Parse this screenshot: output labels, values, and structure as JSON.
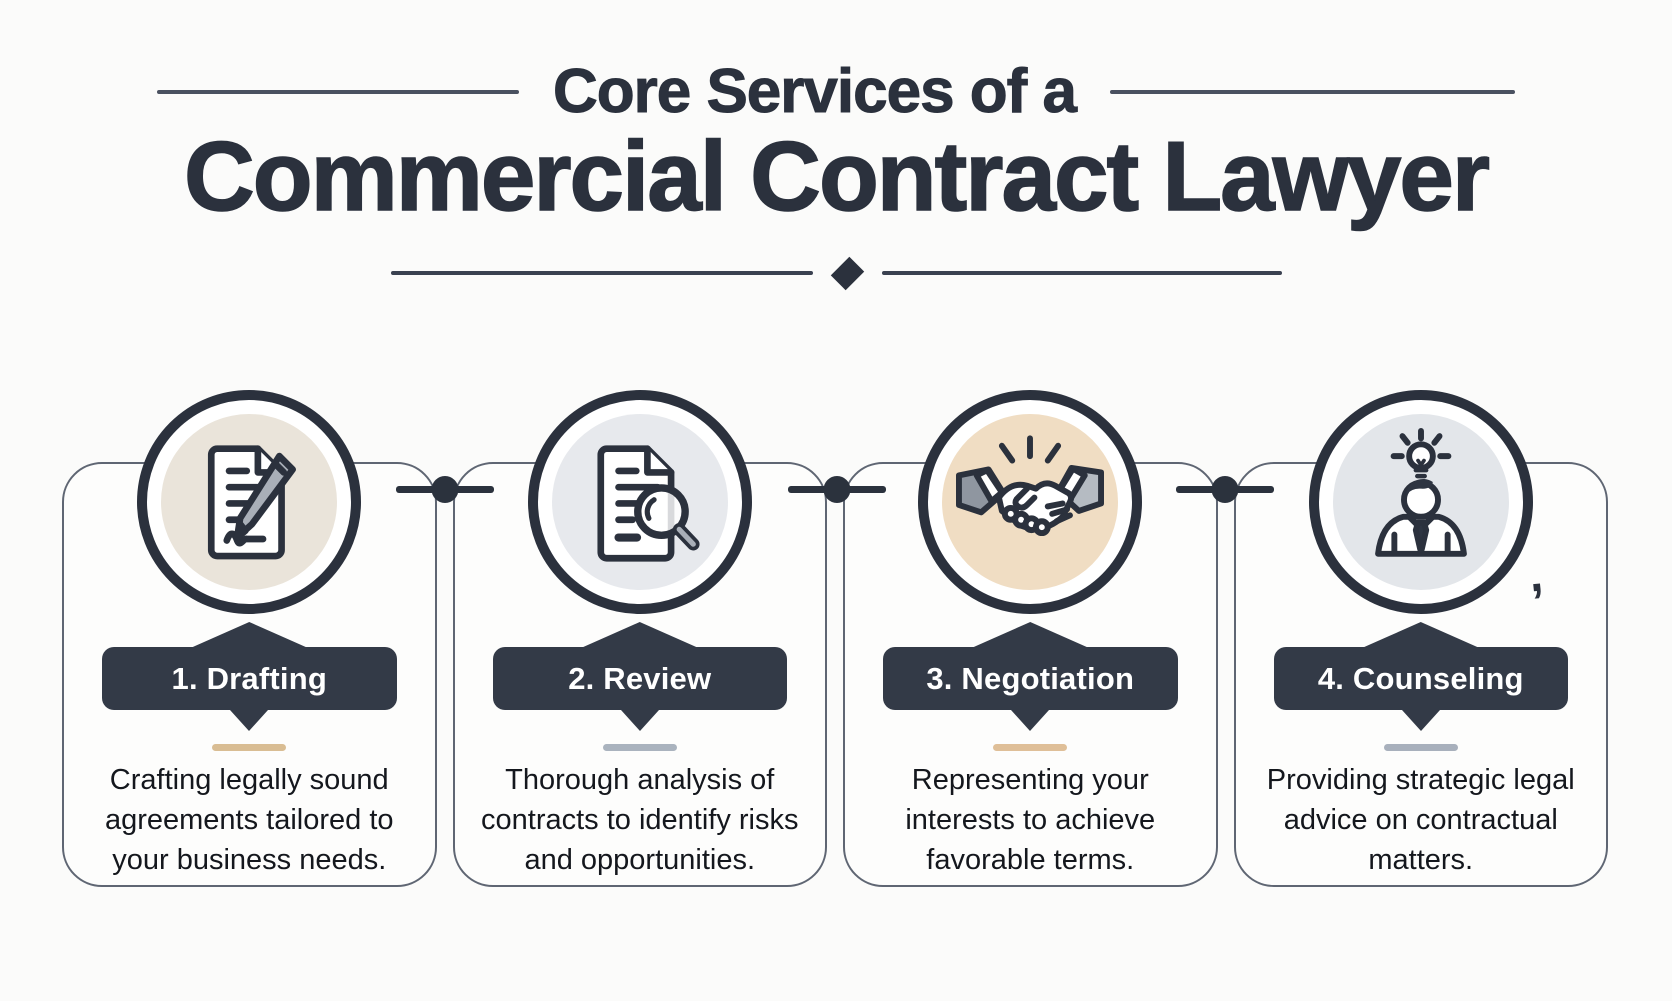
{
  "header": {
    "kicker": "Core Services of a",
    "title": "Commercial Contract Lawyer"
  },
  "cards": [
    {
      "label": "1. Drafting",
      "description": "Crafting legally sound agreements tailored to your business needs.",
      "icon": "contract-pen-icon",
      "circle_fill": "#eae4da",
      "divider_color": "#d9bd93"
    },
    {
      "label": "2. Review",
      "description": "Thorough analysis of contracts to identify risks and opportunities.",
      "icon": "document-magnifier-icon",
      "circle_fill": "#e7e9ed",
      "divider_color": "#aab3be"
    },
    {
      "label": "3. Negotiation",
      "description": "Representing your interests to achieve favorable terms.",
      "icon": "handshake-icon",
      "circle_fill": "#f0ddc3",
      "divider_color": "#dfbf98"
    },
    {
      "label": "4. Counseling",
      "description": "Providing strategic legal advice on contractual matters.",
      "icon": "person-idea-icon",
      "circle_fill": "#e3e6ea",
      "divider_color": "#a8b0bc"
    }
  ],
  "artifact": {
    "mark": ","
  },
  "colors": {
    "ink": "#2b313d",
    "banner": "#333a47",
    "connector": "#2b323d",
    "card_border": "#5f6673",
    "text": "#14171d"
  }
}
